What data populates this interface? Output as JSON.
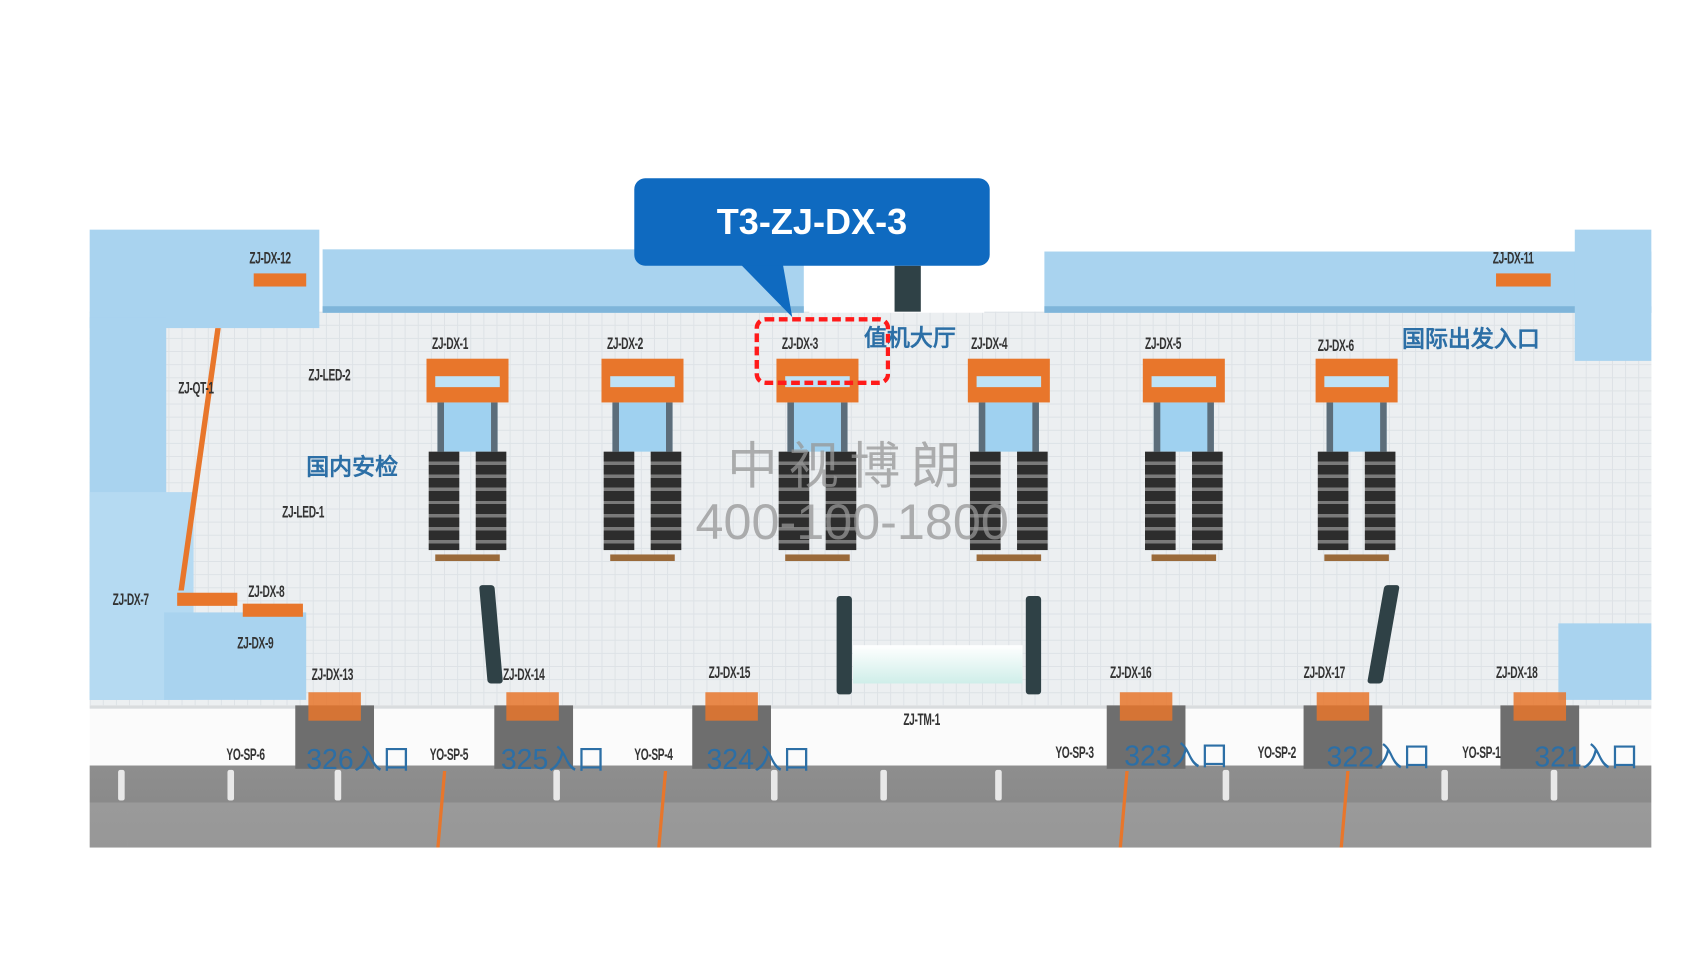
{
  "callout": {
    "title": "T3-ZJ-DX-3",
    "highlight_color": "#ff1a1a",
    "callout_color": "#0f6ac0"
  },
  "areas": {
    "checkin_hall": "值机大厅",
    "intl_departure": "国际出发入口",
    "domestic_security": "国内安检"
  },
  "counters": [
    "ZJ-DX-1",
    "ZJ-DX-2",
    "ZJ-DX-3",
    "ZJ-DX-4",
    "ZJ-DX-5",
    "ZJ-DX-6"
  ],
  "side_labels": {
    "dx12": "ZJ-DX-12",
    "dx11": "ZJ-DX-11",
    "led2": "ZJ-LED-2",
    "led1": "ZJ-LED-1",
    "qt1": "ZJ-QT-1",
    "dx7": "ZJ-DX-7",
    "dx8": "ZJ-DX-8",
    "dx9": "ZJ-DX-9",
    "tm1": "ZJ-TM-1"
  },
  "front_labels": [
    "ZJ-DX-13",
    "ZJ-DX-14",
    "ZJ-DX-15",
    "ZJ-DX-16",
    "ZJ-DX-17",
    "ZJ-DX-18"
  ],
  "gates": [
    {
      "sp": "YO-SP-6",
      "name": "326入口"
    },
    {
      "sp": "YO-SP-5",
      "name": "325入口"
    },
    {
      "sp": "YO-SP-4",
      "name": "324入口"
    },
    {
      "sp": "YO-SP-3",
      "name": "323入口"
    },
    {
      "sp": "YO-SP-2",
      "name": "322入口"
    },
    {
      "sp": "YO-SP-1",
      "name": "321入口"
    }
  ],
  "watermark": {
    "company": "中视博朗",
    "phone": "400-100-1800"
  }
}
